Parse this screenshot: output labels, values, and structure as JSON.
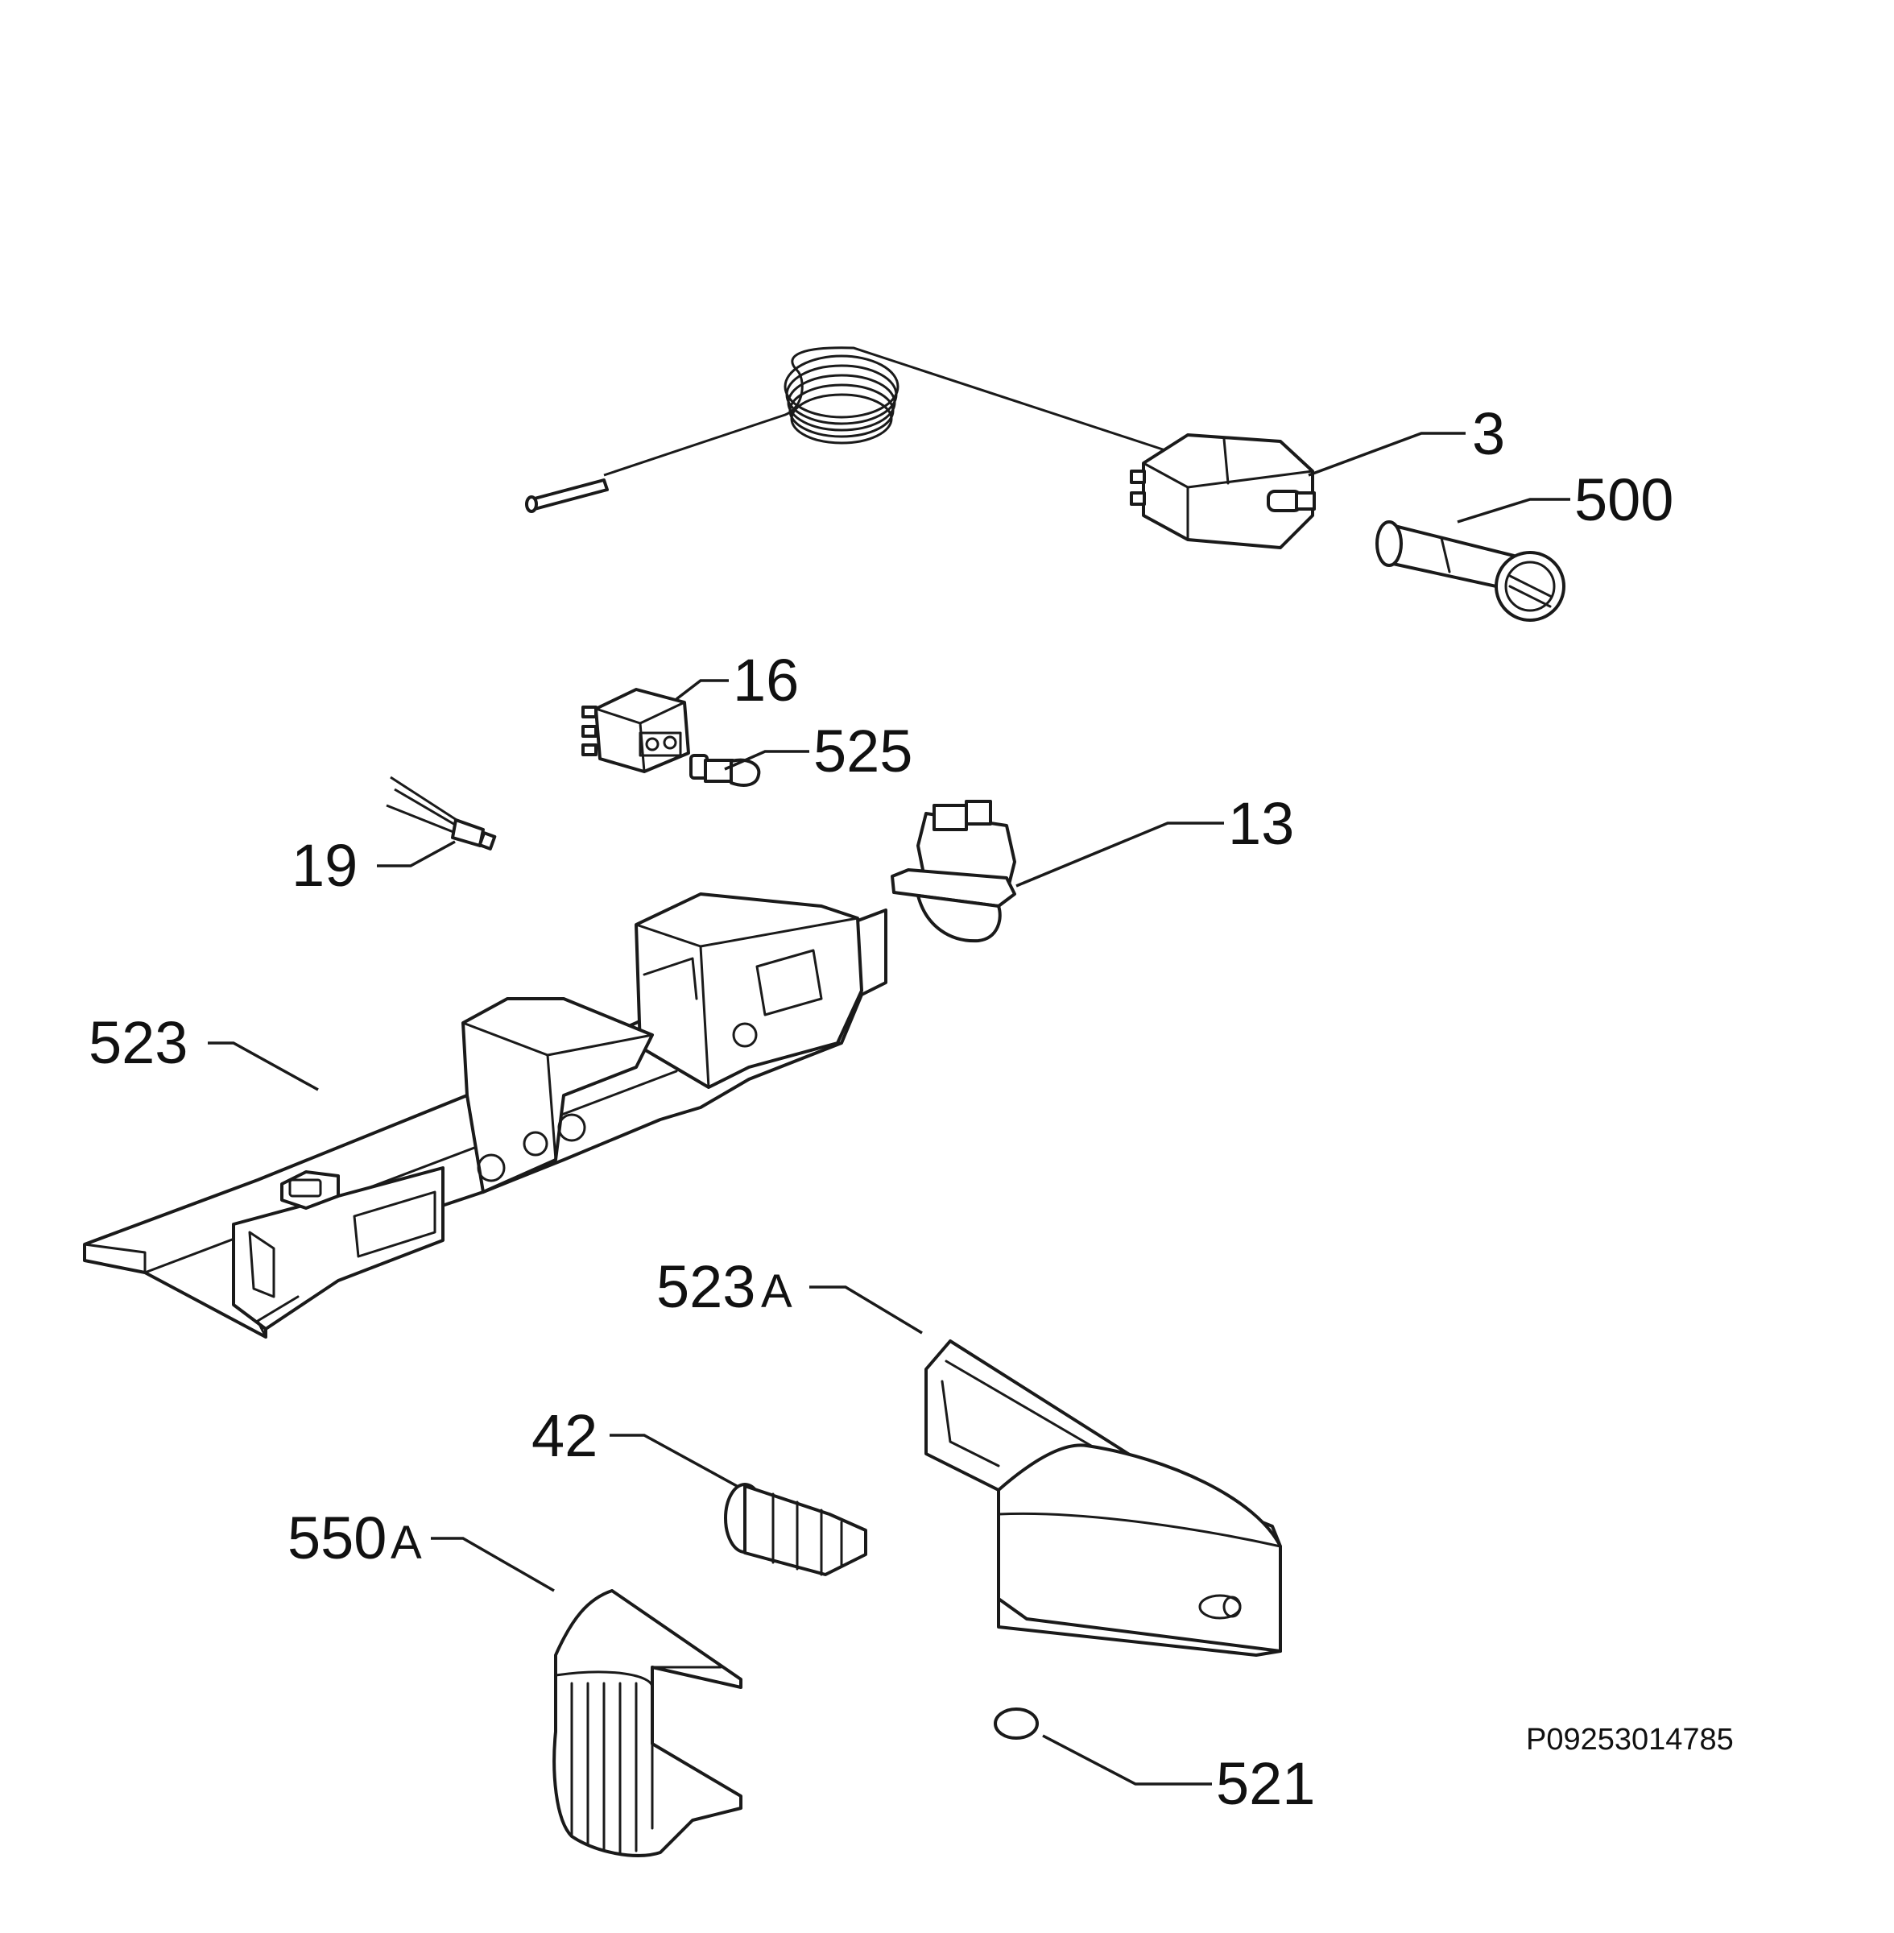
{
  "labels": {
    "p3": "3",
    "p500": "500",
    "p16": "16",
    "p525": "525",
    "p13": "13",
    "p19": "19",
    "p523": "523",
    "p523a_num": "523",
    "p523a_suffix": "A",
    "p42": "42",
    "p550a_num": "550",
    "p550a_suffix": "A",
    "p521": "521"
  },
  "reference_code": "P09253014785"
}
